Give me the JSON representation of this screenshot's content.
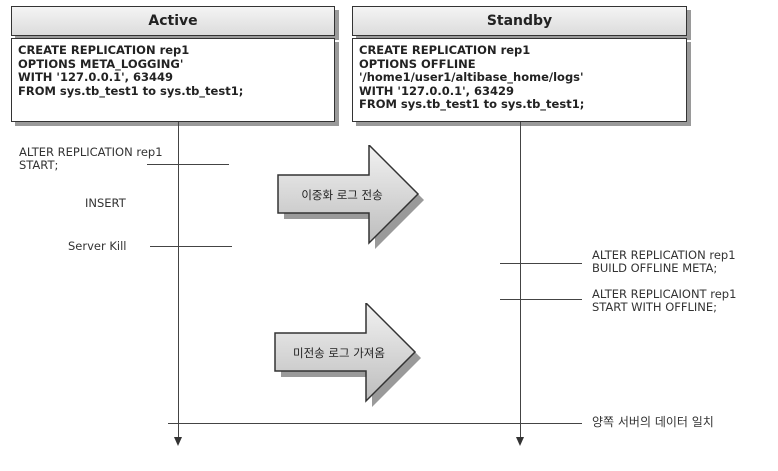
{
  "active": {
    "title": "Active",
    "sql": [
      "CREATE REPLICATION rep1",
      "OPTIONS META_LOGGING'",
      "WITH '127.0.0.1', 63449",
      "FROM sys.tb_test1 to sys.tb_test1;"
    ]
  },
  "standby": {
    "title": "Standby",
    "sql": [
      "CREATE REPLICATION rep1",
      "OPTIONS OFFLINE",
      "'/home1/user1/altibase_home/logs'",
      "WITH '127.0.0.1', 63429",
      "FROM sys.tb_test1 to sys.tb_test1;"
    ]
  },
  "steps": {
    "alter_start": [
      "ALTER REPLICATION rep1",
      "START;"
    ],
    "insert": "INSERT",
    "server_kill": "Server Kill",
    "build_offline": [
      "ALTER REPLICATION rep1",
      "BUILD OFFLINE META;"
    ],
    "start_offline": [
      "ALTER REPLICAIONT rep1",
      "START WITH OFFLINE;"
    ],
    "sync": "양쪽 서버의 데이터 일치"
  },
  "arrows": {
    "log_transfer": "이중화 로그 전송",
    "fetch_untransferred": "미전송 로그 가져옴"
  },
  "colors": {
    "arrow_fill_top": "#f2f2f2",
    "arrow_fill_bottom": "#bdbdbd",
    "stroke": "#333333"
  }
}
